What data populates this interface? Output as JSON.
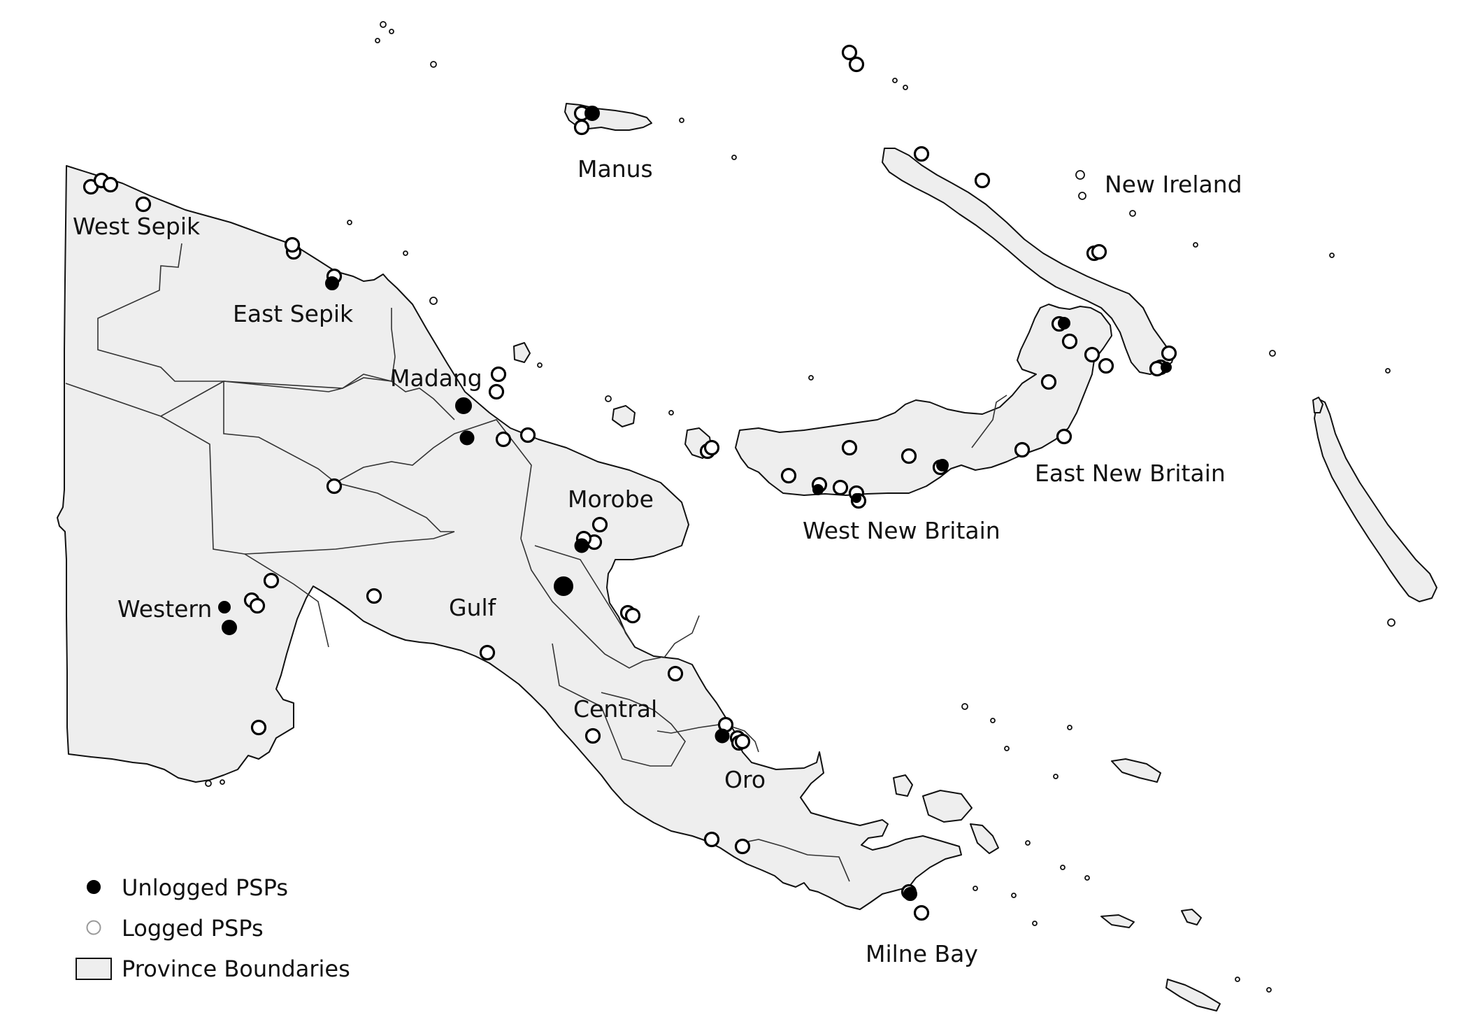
{
  "map": {
    "labels": {
      "west_sepik": "West Sepik",
      "east_sepik": "East Sepik",
      "madang": "Madang",
      "manus": "Manus",
      "new_ireland": "New Ireland",
      "morobe": "Morobe",
      "west_new_britain": "West New Britain",
      "east_new_britain": "East New Britain",
      "western": "Western",
      "gulf": "Gulf",
      "central": "Central",
      "oro": "Oro",
      "milne_bay": "Milne Bay"
    }
  },
  "legend": {
    "unlogged": "Unlogged PSPs",
    "logged": "Logged PSPs",
    "boundaries": "Province Boundaries"
  },
  "colors": {
    "land_fill": "#eeeeee",
    "outline": "#111111",
    "unlogged_marker": "#000000",
    "logged_marker": "#ffffff"
  }
}
